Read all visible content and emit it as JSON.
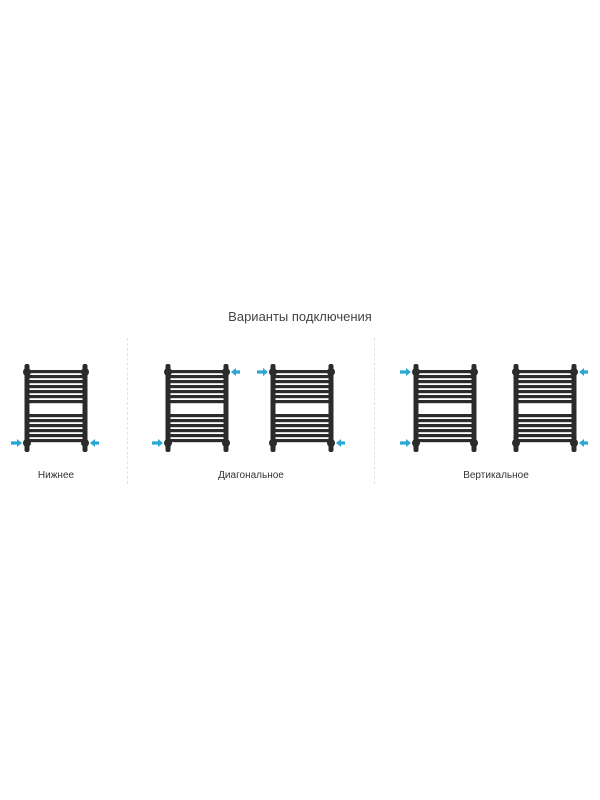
{
  "title": "Варианты подключения",
  "colors": {
    "frame": "#2b2b2b",
    "arrow": "#2aa7d3",
    "divider": "#e2e2e2"
  },
  "groups": [
    {
      "label": "Нижнее",
      "radiators": [
        {
          "arrows": [
            "bottom-left-in",
            "bottom-right-out"
          ]
        }
      ]
    },
    {
      "label": "Диагональное",
      "radiators": [
        {
          "arrows": [
            "bottom-left-in",
            "top-right-out"
          ]
        },
        {
          "arrows": [
            "top-left-in",
            "bottom-right-out"
          ]
        }
      ]
    },
    {
      "label": "Вертикальное",
      "radiators": [
        {
          "arrows": [
            "top-left-in",
            "bottom-left-out"
          ]
        },
        {
          "arrows": [
            "top-right-in",
            "bottom-right-out"
          ]
        }
      ]
    }
  ]
}
